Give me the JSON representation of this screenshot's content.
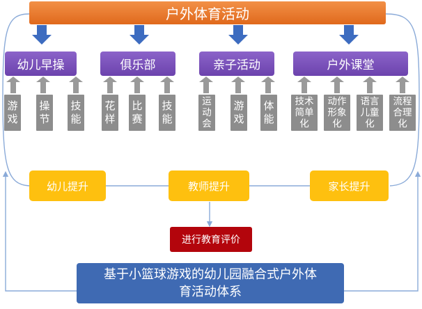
{
  "title": "户外体育活动",
  "categories": [
    {
      "label": "幼儿早操",
      "items": [
        "游\n戏",
        "操\n节",
        "技\n能"
      ]
    },
    {
      "label": "俱乐部",
      "items": [
        "花\n样",
        "比\n赛",
        "技\n能"
      ]
    },
    {
      "label": "亲子活动",
      "items": [
        "运\n动\n会",
        "游\n戏",
        "体\n能"
      ]
    },
    {
      "label": "户外课堂",
      "items": [
        "技术\n简单\n化",
        "动作\n形象\n化",
        "语言\n儿童\n化",
        "流程\n合理\n化"
      ]
    }
  ],
  "improvements": [
    "幼儿提升",
    "教师提升",
    "家长提升"
  ],
  "evaluation": "进行教育评价",
  "system": "基于小篮球游戏的幼儿园融合式户外体育活动体系",
  "colors": {
    "title_bg": "#e8772a",
    "category_bg": "#7b53bd",
    "leaf_bg": "#8d8d8d",
    "improvement_bg": "#fec00f",
    "evaluation_bg": "#b3050c",
    "system_bg": "#3f6ab3",
    "arrow_blue": "#3d6cc0",
    "line_blue": "#8aaad8"
  }
}
